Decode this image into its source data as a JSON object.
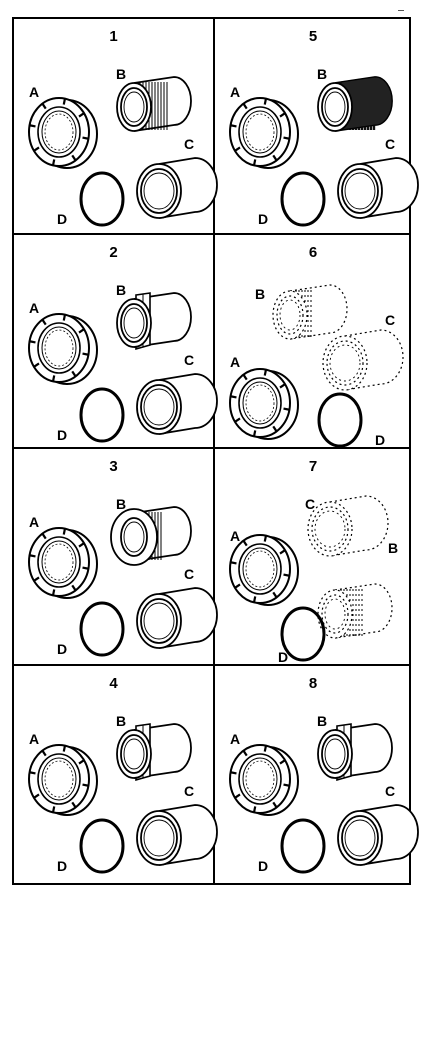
{
  "panels": [
    {
      "number": "1",
      "variant": "plain-threaded",
      "labels": {
        "A": "A",
        "B": "B",
        "C": "C",
        "D": "D"
      }
    },
    {
      "number": "5",
      "variant": "dark-threaded",
      "labels": {
        "A": "A",
        "B": "B",
        "C": "C",
        "D": "D"
      }
    },
    {
      "number": "2",
      "variant": "hex",
      "labels": {
        "A": "A",
        "B": "B",
        "C": "C",
        "D": "D"
      }
    },
    {
      "number": "6",
      "variant": "dotted",
      "labels": {
        "A": "A",
        "B": "B",
        "C": "C",
        "D": "D"
      }
    },
    {
      "number": "3",
      "variant": "reducer",
      "labels": {
        "A": "A",
        "B": "B",
        "C": "C",
        "D": "D"
      }
    },
    {
      "number": "7",
      "variant": "dotted-threaded",
      "labels": {
        "A": "A",
        "B": "B",
        "C": "C",
        "D": "D"
      }
    },
    {
      "number": "4",
      "variant": "hex",
      "labels": {
        "A": "A",
        "B": "B",
        "C": "C",
        "D": "D"
      }
    },
    {
      "number": "8",
      "variant": "hex",
      "labels": {
        "A": "A",
        "B": "B",
        "C": "C",
        "D": "D"
      }
    }
  ],
  "colors": {
    "ink": "#000000",
    "paper": "#ffffff",
    "thread_dark": "#222222"
  }
}
